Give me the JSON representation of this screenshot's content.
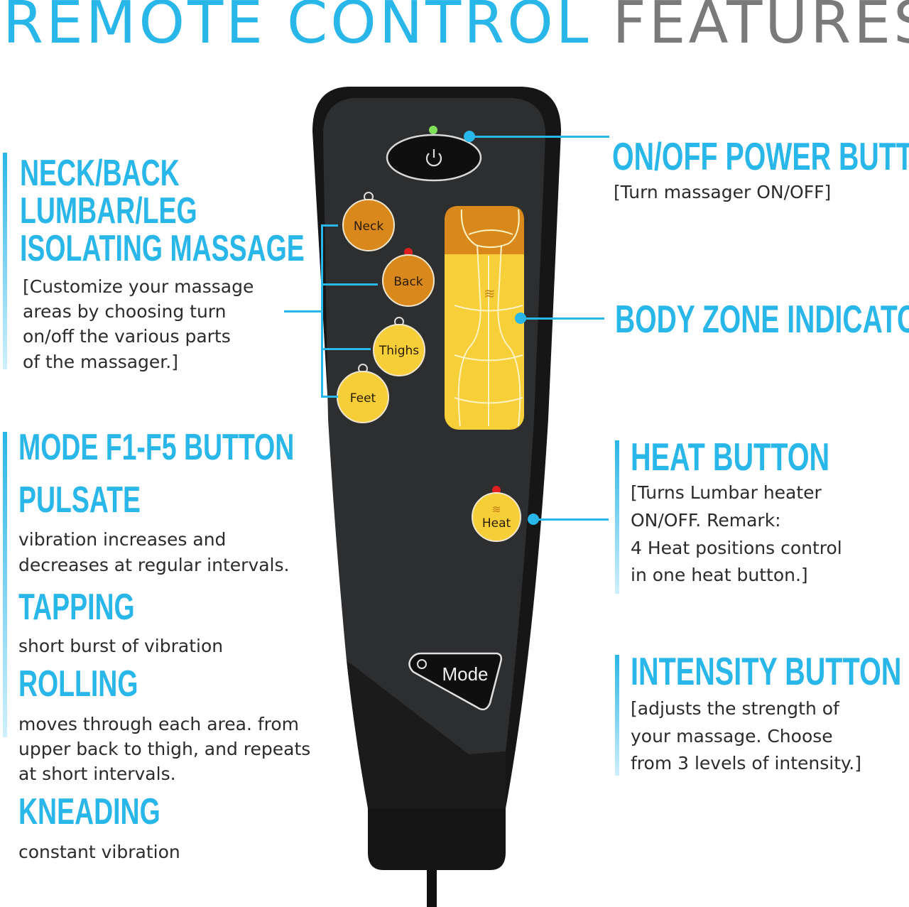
{
  "title": {
    "part1": "REMOTE CONTROL",
    "part2": "FEATURES"
  },
  "left": {
    "isolating": {
      "heading": [
        "NECK/BACK",
        "LUMBAR/LEG",
        "ISOLATING MASSAGE"
      ],
      "desc": [
        "[Customize your massage",
        "areas by choosing turn",
        "on/off the various parts",
        "of the massager.]"
      ]
    },
    "mode": {
      "heading": "MODE F1-F5 BUTTON",
      "items": [
        {
          "name": "PULSATE",
          "desc": [
            "vibration increases and",
            "decreases at regular intervals."
          ]
        },
        {
          "name": "TAPPING",
          "desc": [
            "short burst of vibration"
          ]
        },
        {
          "name": "ROLLING",
          "desc": [
            "moves through each area. from",
            "upper back to thigh, and repeats",
            "at short intervals."
          ]
        },
        {
          "name": "KNEADING",
          "desc": [
            "constant vibration"
          ]
        }
      ]
    }
  },
  "right": {
    "power": {
      "heading": "ON/OFF POWER BUTTON",
      "desc": "[Turn massager ON/OFF]"
    },
    "zone": {
      "heading": "BODY ZONE INDICATOR"
    },
    "heat": {
      "heading": "HEAT BUTTON",
      "desc": [
        "[Turns Lumbar heater",
        "ON/OFF. Remark:",
        "4 Heat positions control",
        "in one heat button.]"
      ]
    },
    "intensity": {
      "heading": "INTENSITY BUTTON",
      "desc": [
        "[adjusts the strength of",
        "your massage. Choose",
        "from 3 levels of intensity.]"
      ]
    }
  },
  "remote": {
    "buttons": {
      "neck": "Neck",
      "back": "Back",
      "thighs": "Thighs",
      "feet": "Feet",
      "heat": "Heat",
      "mode": "Mode",
      "heat_symbol": "≋"
    },
    "colors": {
      "accent": "#29b6e8",
      "body": "#1c1c1c",
      "face": "#2e2f31",
      "orange": "#d9891c",
      "yellow": "#f6cf38",
      "led_green": "#7fe05a",
      "led_red": "#e02020"
    }
  }
}
